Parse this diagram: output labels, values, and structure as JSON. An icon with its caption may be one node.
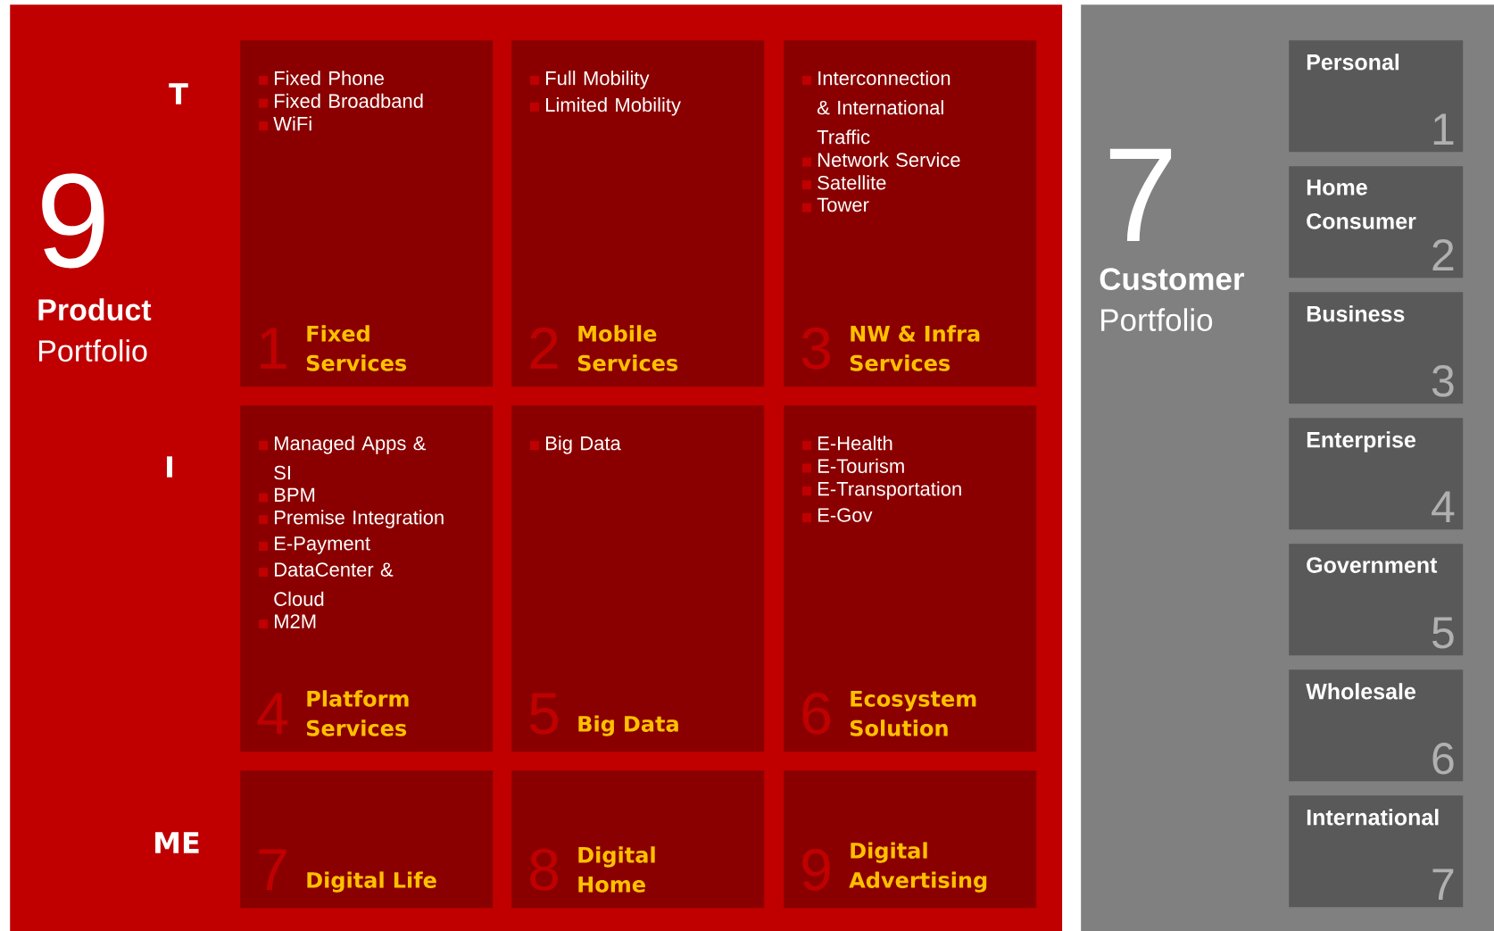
{
  "diagram": {
    "nodes": [
      {
        "text": [
          "9",
          "**Product** Portfolio"
        ]
      },
      {
        "text": [
          "Fixed Phone",
          "Fixed Broadband",
          "WiFi",
          "1",
          "Fixed Services"
        ],
        "in": 0
      },
      {
        "text": [
          "Full Mobility",
          "Limited Mobility",
          "2",
          "Mobile Services"
        ],
        "in": 0
      },
      {
        "text": [
          "Interconnection & International Traffic",
          "Network Service",
          "Satellite",
          "Tower",
          "3",
          "NW & Infra Services"
        ],
        "in": 0
      },
      {
        "text": [
          "Managed Apps & SI",
          "BPM",
          "Premise Integration",
          "E-Payment",
          "DataCenter & Cloud",
          "M2M",
          "4",
          "Platform Services"
        ],
        "in": 0
      },
      {
        "text": [
          "Big Data",
          "5",
          "Big Data"
        ],
        "in": 0
      },
      {
        "text": [
          "E-Health",
          "E-Tourism",
          "E-Transportation",
          "E-Gov",
          "6",
          "Ecosystem Solution"
        ],
        "in": 0
      },
      {
        "text": [
          "7",
          "Digital Life"
        ],
        "in": 0
      },
      {
        "text": [
          "8",
          "Digital Home"
        ],
        "in": 0
      },
      {
        "text": [
          "9",
          "Digital Advertising"
        ],
        "in": 0
      },
      {
        "text": [
          "7",
          "**Customer** Portfolio"
        ]
      },
      {
        "text": [
          "Personal",
          "1"
        ],
        "in": 10
      },
      {
        "text": [
          "Home Consumer",
          "2"
        ],
        "in": 10
      },
      {
        "text": [
          "Business",
          "3"
        ],
        "in": 10
      },
      {
        "text": [
          "Enterprise",
          "4"
        ],
        "in": 10
      },
      {
        "text": [
          "Government",
          "5"
        ],
        "in": 10
      },
      {
        "text": [
          "Wholesale",
          "6"
        ],
        "in": 10
      },
      {
        "text": [
          "International",
          "7"
        ],
        "in": 10
      }
    ],
    "labels": [
      "T",
      "I",
      "ME"
    ]
  }
}
